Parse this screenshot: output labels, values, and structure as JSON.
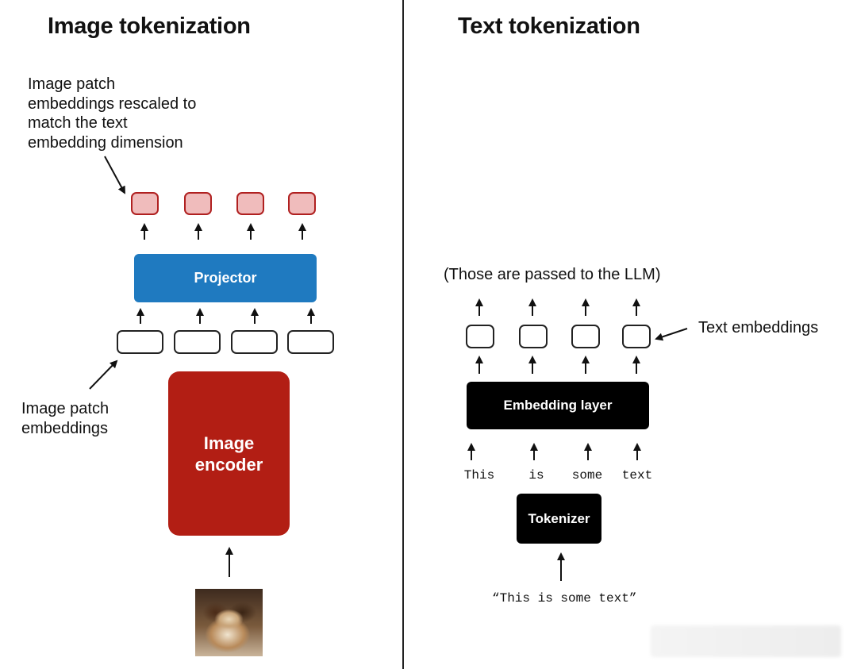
{
  "left": {
    "title": "Image tokenization",
    "annotation_top": [
      "Image patch",
      "embeddings rescaled to",
      "match the text",
      "embedding dimension"
    ],
    "annotation_bottom": [
      "Image patch",
      "embeddings"
    ],
    "projector_label": "Projector",
    "encoder_label": [
      "Image",
      "encoder"
    ]
  },
  "right": {
    "title": "Text tokenization",
    "passed_note": "(Those are passed to the LLM)",
    "text_embeddings_label": "Text embeddings",
    "embedding_layer_label": "Embedding layer",
    "words": [
      "This",
      "is",
      "some",
      "text"
    ],
    "tokenizer_label": "Tokenizer",
    "input_text": "“This is some text”"
  },
  "colors": {
    "projector": "#1f7ac0",
    "encoder": "#b21e14",
    "projected_patch_fill": "#f0bcbc",
    "projected_patch_border": "#b02020",
    "dark_block": "#000000"
  }
}
